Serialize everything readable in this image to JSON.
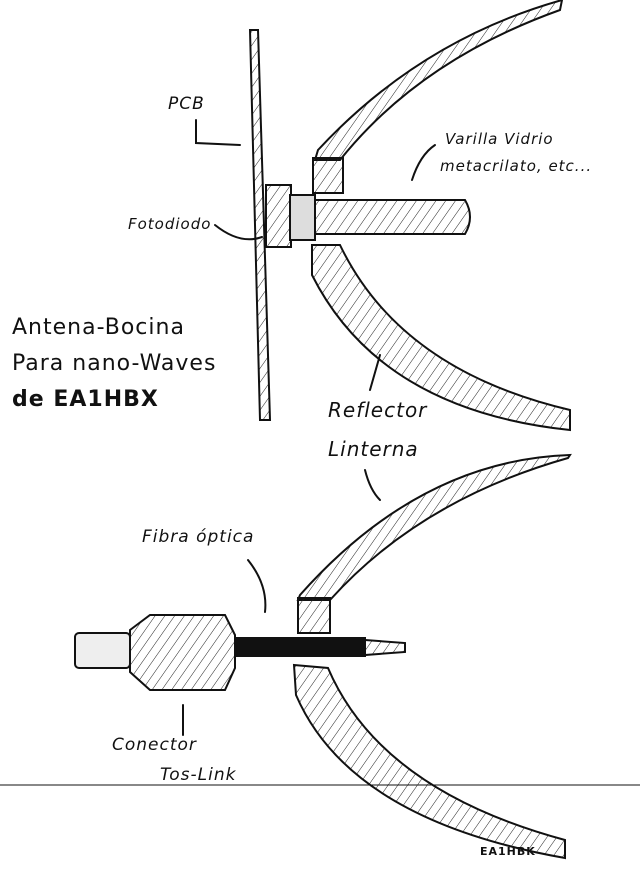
{
  "title": {
    "line1": "Antena-Bocina",
    "line2": "Para nano-Waves",
    "line3": "de EA1HBX"
  },
  "labels": {
    "pcb": "PCB",
    "rod_line1": "Varilla Vidrio",
    "rod_line2": "metacrilato, etc...",
    "photodiode": "Fotodiodo",
    "reflector_line1": "Reflector",
    "reflector_line2": "Linterna",
    "fiber": "Fibra óptica",
    "connector_line1": "Conector",
    "connector_line2": "Tos-Link"
  },
  "signature": "EA1HBK"
}
